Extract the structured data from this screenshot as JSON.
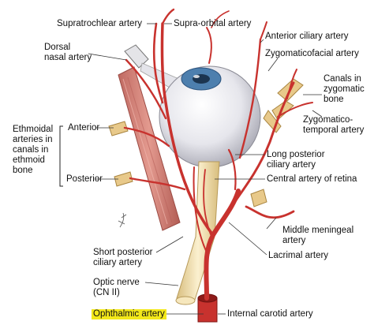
{
  "labels": {
    "supratrochlear_artery": "Supratrochlear artery",
    "supraorbital_artery": "Supra-orbital artery",
    "dorsal_nasal_artery": "Dorsal\nnasal artery",
    "anterior_ciliary_artery": "Anterior ciliary artery",
    "zygomaticofacial_artery": "Zygomaticofacial artery",
    "canals_in_zygomatic_bone": "Canals in\nzygomatic\nbone",
    "zygomaticotemporal_artery": "Zygomatico-\ntemporal artery",
    "ethmoidal_arteries": "Ethmoidal\narteries in\ncanals in\nethmoid\nbone",
    "anterior": "Anterior",
    "posterior": "Posterior",
    "long_posterior_ciliary_artery": "Long posterior\nciliary artery",
    "central_artery_of_retina": "Central artery of retina",
    "middle_meningeal_artery": "Middle meningeal\nartery",
    "lacrimal_artery": "Lacrimal artery",
    "short_posterior_ciliary_artery": "Short posterior\nciliary artery",
    "optic_nerve": "Optic nerve\n(CN II)",
    "ophthalmic_artery": "Ophthalmic artery",
    "internal_carotid_artery": "Internal carotid artery"
  },
  "colors": {
    "artery": "#c8322e",
    "artery_dark": "#8e1a18",
    "nerve": "#f1dfb0",
    "bone": "#e8c98a",
    "eyeball": "#e9e9ee",
    "iris": "#4d7fae",
    "highlight": "#f3e81a"
  }
}
